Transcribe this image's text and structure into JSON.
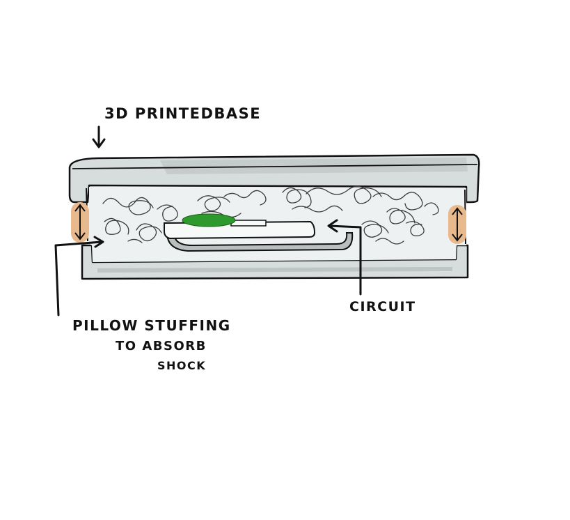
{
  "labels": {
    "base": "3D PRINTEDBASE",
    "circuit": "CIRCUIT",
    "stuffing_line1": "PILLOW STUFFING",
    "stuffing_line2": "TO ABSORB",
    "stuffing_line3": "SHOCK"
  },
  "colors": {
    "ink": "#111111",
    "shell_fill": "#d7dcdc",
    "shell_shade": "#bfc5c5",
    "cavity_fill": "#e9ecec",
    "pcb_green": "#2e9a2e",
    "spring_orange": "#e9b98e",
    "squiggle": "#3b3b3b",
    "background": "#ffffff"
  }
}
